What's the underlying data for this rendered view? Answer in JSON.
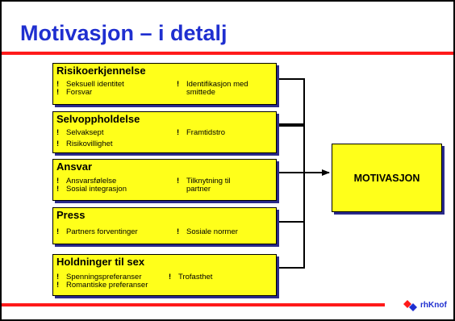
{
  "title": "Motivasjon – i detalj",
  "target": "MOTIVASJON",
  "logo_text": "rhKnof",
  "bullet": "!",
  "boxes": [
    {
      "title": "Risikoerkjennelse",
      "col1": [
        "Seksuell identitet",
        "Forsvar"
      ],
      "col2": [
        "Identifikasjon med smittede"
      ]
    },
    {
      "title": "Selvoppholdelse",
      "col1": [
        "Selvaksept",
        "Risikovillighet"
      ],
      "col2": [
        "Framtidstro"
      ]
    },
    {
      "title": "Ansvar",
      "col1": [
        "Ansvarsfølelse",
        "Sosial integrasjon"
      ],
      "col2": [
        "Tilknytning til partner"
      ]
    },
    {
      "title": "Press",
      "col1": [
        "Partners forventinger"
      ],
      "col2": [
        "Sosiale normer"
      ]
    },
    {
      "title": "Holdninger til sex",
      "col1": [
        "Spenningspreferanser",
        "Romantiske preferanser"
      ],
      "col2": [
        "Trofasthet"
      ]
    }
  ],
  "colors": {
    "title": "#1f2fd0",
    "rule": "#ff1a1a",
    "box_fill": "#ffff1a",
    "shadow": "#2a2a8a"
  }
}
